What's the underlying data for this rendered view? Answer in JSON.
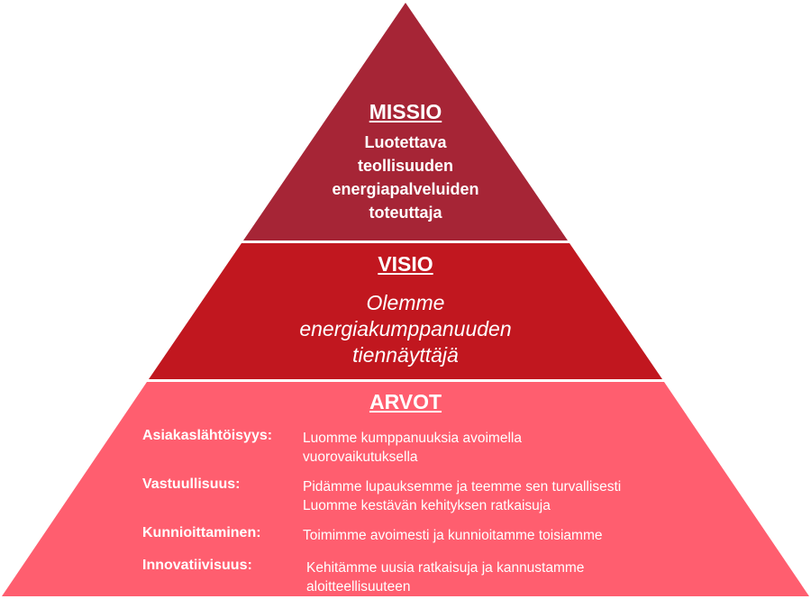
{
  "colors": {
    "missio": "#A62536",
    "visio": "#C1171F",
    "arvot": "#FF5E6F",
    "divider": "#ffffff",
    "text": "#ffffff"
  },
  "missio": {
    "heading": "MISSIO",
    "text": "Luotettava\nteollisuuden\nenergiapalveluiden\ntoteuttaja"
  },
  "visio": {
    "heading": "VISIO",
    "text": "Olemme\nenergiakumppanuuden\ntiennäyttäjä"
  },
  "arvot": {
    "heading": "ARVOT",
    "values": [
      {
        "label": "Asiakaslähtöisyys:",
        "description": "Luomme kumppanuuksia avoimella\nvuorovaikutuksella"
      },
      {
        "label": "Vastuullisuus:",
        "description": "Pidämme lupauksemme ja teemme sen turvallisesti\nLuomme kestävän kehityksen ratkaisuja"
      },
      {
        "label": "Kunnioittaminen:",
        "description": "Toimimme avoimesti ja kunnioitamme toisiamme"
      },
      {
        "label": "Innovatiivisuus:",
        "description": "Kehitämme uusia ratkaisuja ja kannustamme\naloitteellisuuteen"
      }
    ]
  }
}
